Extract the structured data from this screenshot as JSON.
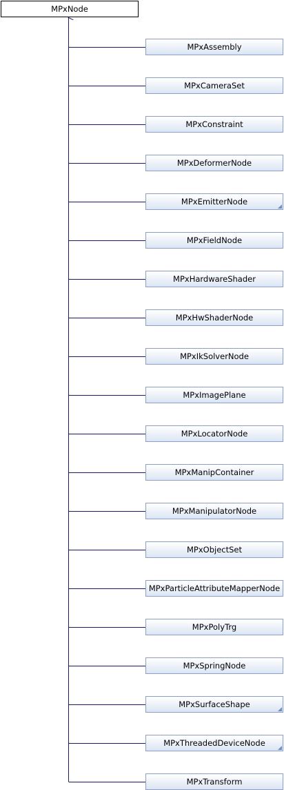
{
  "diagram": {
    "base_class": "MPxNode",
    "colors": {
      "edge": "#191970",
      "node_border": "#8b9dc8",
      "root_border": "#000000",
      "more_marker": "#6f8cc4"
    },
    "derived_classes": [
      {
        "name": "MPxAssembly",
        "has_more": false
      },
      {
        "name": "MPxCameraSet",
        "has_more": false
      },
      {
        "name": "MPxConstraint",
        "has_more": false
      },
      {
        "name": "MPxDeformerNode",
        "has_more": false
      },
      {
        "name": "MPxEmitterNode",
        "has_more": true
      },
      {
        "name": "MPxFieldNode",
        "has_more": false
      },
      {
        "name": "MPxHardwareShader",
        "has_more": false
      },
      {
        "name": "MPxHwShaderNode",
        "has_more": false
      },
      {
        "name": "MPxIkSolverNode",
        "has_more": false
      },
      {
        "name": "MPxImagePlane",
        "has_more": false
      },
      {
        "name": "MPxLocatorNode",
        "has_more": false
      },
      {
        "name": "MPxManipContainer",
        "has_more": false
      },
      {
        "name": "MPxManipulatorNode",
        "has_more": false
      },
      {
        "name": "MPxObjectSet",
        "has_more": false
      },
      {
        "name": "MPxParticleAttributeMapperNode",
        "has_more": false
      },
      {
        "name": "MPxPolyTrg",
        "has_more": false
      },
      {
        "name": "MPxSpringNode",
        "has_more": false
      },
      {
        "name": "MPxSurfaceShape",
        "has_more": true
      },
      {
        "name": "MPxThreadedDeviceNode",
        "has_more": true
      },
      {
        "name": "MPxTransform",
        "has_more": false
      }
    ]
  }
}
